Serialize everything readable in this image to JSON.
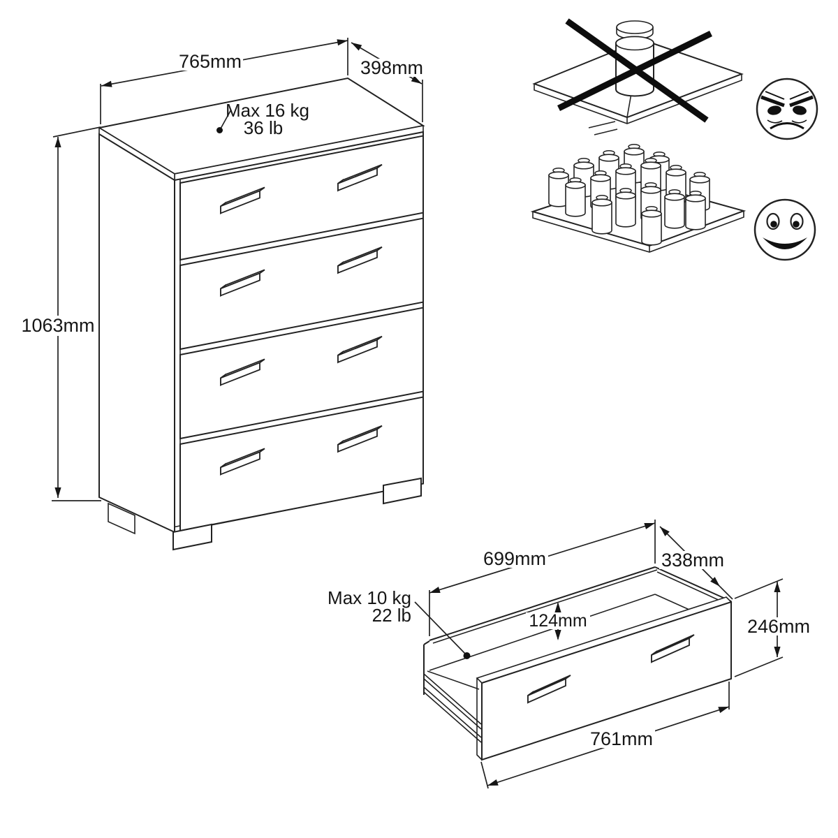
{
  "page": {
    "background": "#ffffff",
    "line_color": "#222222",
    "type": "furniture technical drawing"
  },
  "chest": {
    "name": "chest-of-drawers",
    "drawer_count": 4,
    "dims": {
      "width": "765mm",
      "depth": "398mm",
      "height": "1063mm"
    },
    "max_load": {
      "line1": "Max 16 kg",
      "line2": "36 lb"
    }
  },
  "warnings": {
    "bad": {
      "icon": "angry-face-icon",
      "weights_on_board": 1,
      "crossed_out": true
    },
    "good": {
      "icon": "happy-face-icon",
      "weights_on_board": 17,
      "crossed_out": false
    }
  },
  "drawer": {
    "name": "open-drawer",
    "dims": {
      "inner_width": "699mm",
      "inner_depth": "338mm",
      "inner_height": "124mm",
      "front_height": "246mm",
      "front_width": "761mm"
    },
    "max_load": {
      "line1": "Max 10 kg",
      "line2": "22 lb"
    }
  }
}
